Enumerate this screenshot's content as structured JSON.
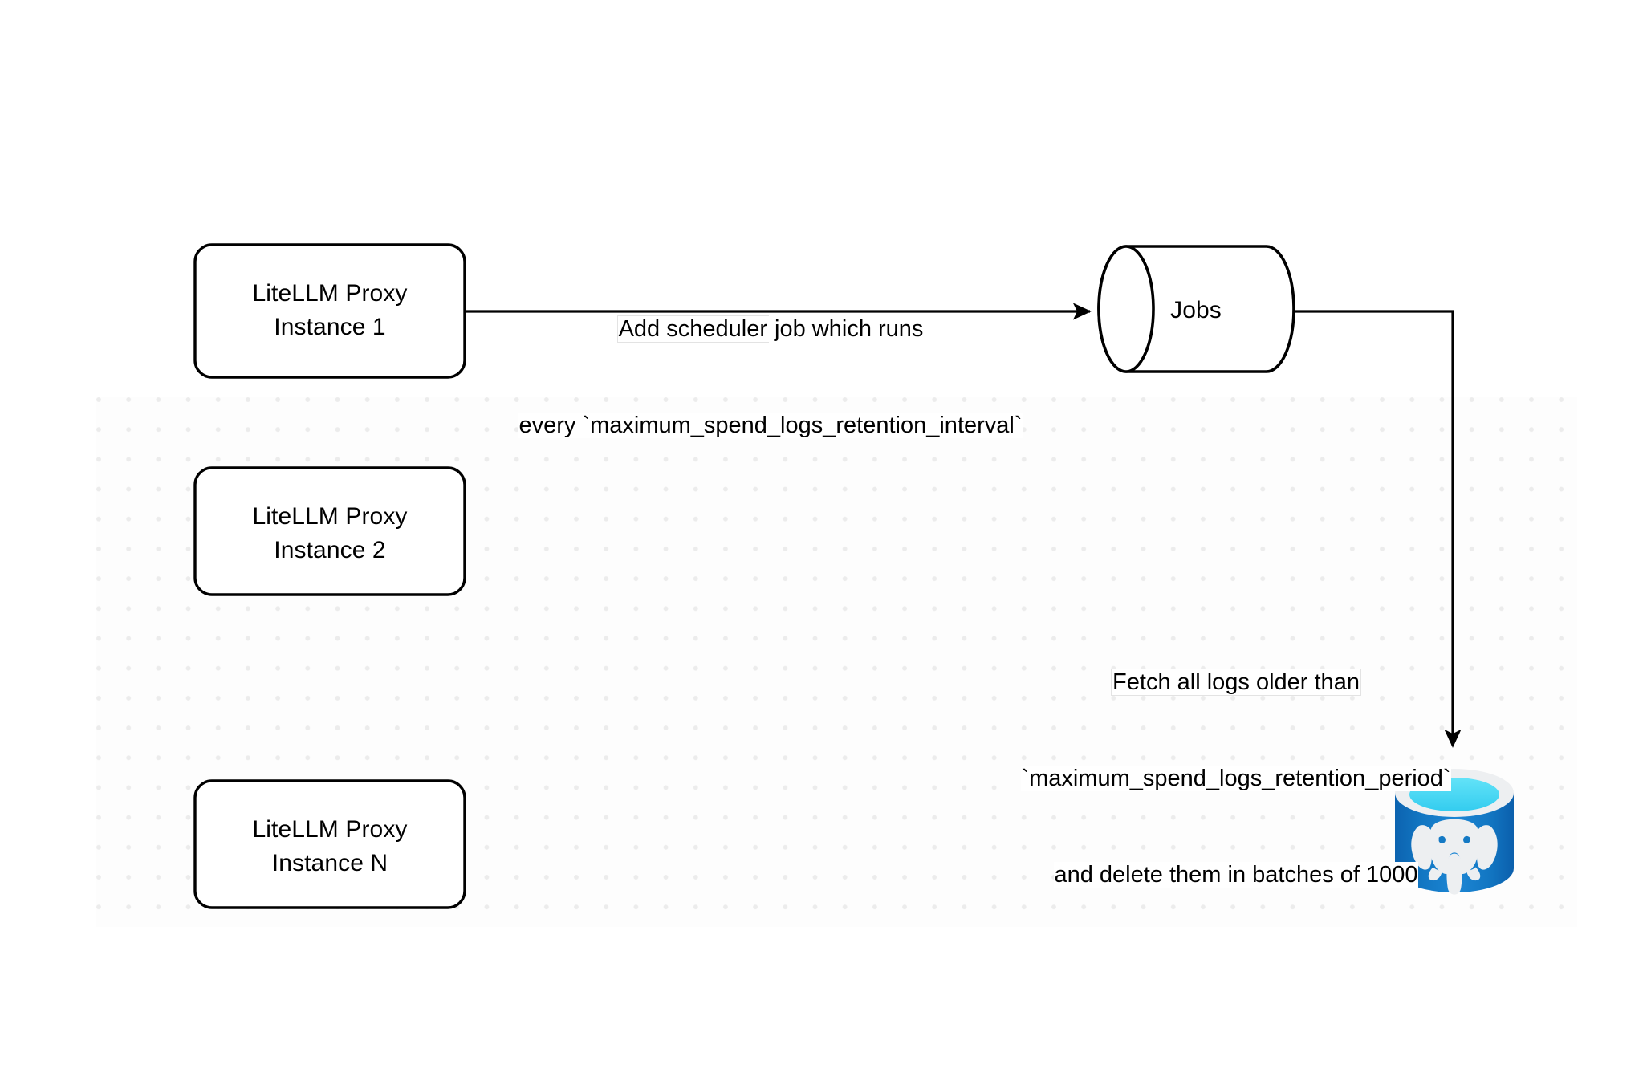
{
  "diagram": {
    "title": "LiteLLM spend logs retention scheduler flow",
    "background": {
      "canvas_color": "#ffffff",
      "grid_color": "#ececec",
      "grid_bg_color": "#fdfdfd"
    },
    "nodes": [
      {
        "id": "proxy-1",
        "shape": "rounded-rectangle",
        "line1": "LiteLLM Proxy",
        "line2": "Instance 1",
        "text": "LiteLLM Proxy\nInstance 1",
        "stroke": "#000000",
        "fill": "#ffffff"
      },
      {
        "id": "proxy-2",
        "shape": "rounded-rectangle",
        "line1": "LiteLLM Proxy",
        "line2": "Instance 2",
        "text": "LiteLLM Proxy\nInstance 2",
        "stroke": "#000000",
        "fill": "#ffffff"
      },
      {
        "id": "proxy-n",
        "shape": "rounded-rectangle",
        "line1": "LiteLLM Proxy",
        "line2": "Instance N",
        "text": "LiteLLM Proxy\nInstance N",
        "stroke": "#000000",
        "fill": "#ffffff"
      },
      {
        "id": "jobs",
        "shape": "cylinder",
        "text": "Jobs",
        "stroke": "#000000",
        "fill": "#ffffff"
      },
      {
        "id": "postgres",
        "shape": "database-cylinder",
        "text": "",
        "icon": "postgresql-elephant-icon",
        "body_color": "#1479C4",
        "body_color_dark": "#0B65B2",
        "rim_color": "#EDEFF1",
        "top_color": "#4FD8F5",
        "top_shadow_color": "#1C8CB4",
        "elephant_color": "#EDEFF1"
      }
    ],
    "edges": [
      {
        "id": "edge-scheduler",
        "from": "proxy-1",
        "to": "jobs",
        "label_line1": "Add scheduler job which runs",
        "label_line1_highlight": "Add scheduler",
        "label_line1_rest": " job which runs",
        "label_line2": "every `maximum_spend_logs_retention_interval`",
        "arrowhead": "filled-triangle",
        "color": "#000000"
      },
      {
        "id": "edge-fetch",
        "from": "jobs",
        "to": "postgres",
        "label_line1": "Fetch all logs older than",
        "label_line2": "`maximum_spend_logs_retention_period`",
        "label_line3": "and delete them in batches of 1000",
        "arrowhead": "filled-triangle",
        "color": "#000000"
      }
    ]
  }
}
